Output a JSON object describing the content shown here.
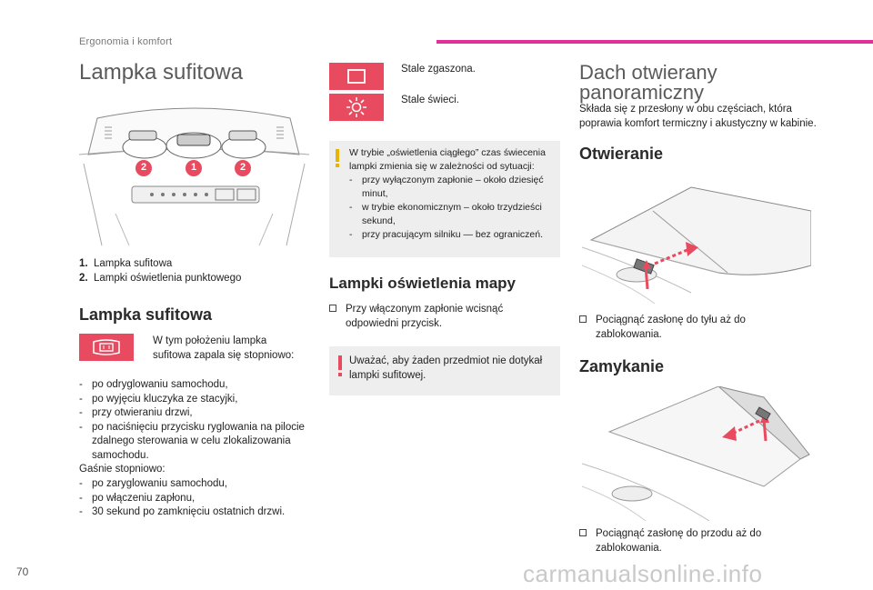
{
  "header": {
    "breadcrumb": "Ergonomia i komfort",
    "page_number": "70",
    "accent_color": "#e2309a"
  },
  "watermark": "carmanualsonline.info",
  "left": {
    "title": "Lampka sufitowa",
    "callouts": [
      "2",
      "1",
      "2"
    ],
    "legend": [
      {
        "num": "1.",
        "text": "Lampka sufitowa"
      },
      {
        "num": "2.",
        "text": "Lampki oświetlenia punktowego"
      }
    ],
    "subtitle": "Lampka sufitowa",
    "icon_text": "W tym położeniu lampka sufitowa zapala się stopniowo:",
    "list_on": [
      "po odryglowaniu samochodu,",
      "po wyjęciu kluczyka ze stacyjki,",
      "przy otwieraniu drzwi,",
      "po naciśnięciu przycisku ryglowania na pilocie zdalnego sterowania w celu zlokalizowania samochodu."
    ],
    "off_heading": "Gaśnie stopniowo:",
    "list_off": [
      "po zaryglowaniu samochodu,",
      "po włączeniu zapłonu,",
      "30 sekund po zamknięciu ostatnich drzwi."
    ]
  },
  "middle": {
    "icon_off_text": "Stale zgaszona.",
    "icon_on_text": "Stale świeci.",
    "info": {
      "intro": "W trybie „oświetlenia ciągłego” czas świecenia lampki zmienia się w zależności od sytuacji:",
      "items": [
        "przy wyłączonym zapłonie – około dziesięć minut,",
        "w trybie ekonomicznym – około trzydzieści sekund,",
        "przy pracującym silniku — bez ograniczeń."
      ]
    },
    "map_title": "Lampki oświetlenia mapy",
    "map_instruction": "Przy włączonym zapłonie wcisnąć odpowiedni przycisk.",
    "warning": "Uważać, aby żaden przedmiot nie dotykał lampki sufitowej."
  },
  "right": {
    "title_line1": "Dach otwierany",
    "title_line2": "panoramiczny",
    "intro": "Składa się z przesłony w obu częściach, która poprawia komfort termiczny i akustyczny w kabinie.",
    "open_title": "Otwieranie",
    "open_instruction": "Pociągnąć zasłonę do tyłu aż do zablokowania.",
    "close_title": "Zamykanie",
    "close_instruction": "Pociągnąć zasłonę do przodu aż do zablokowania."
  },
  "colors": {
    "icon_red": "#e84a5f",
    "info_yellow": "#e8b400",
    "box_grey": "#eeeeee"
  }
}
